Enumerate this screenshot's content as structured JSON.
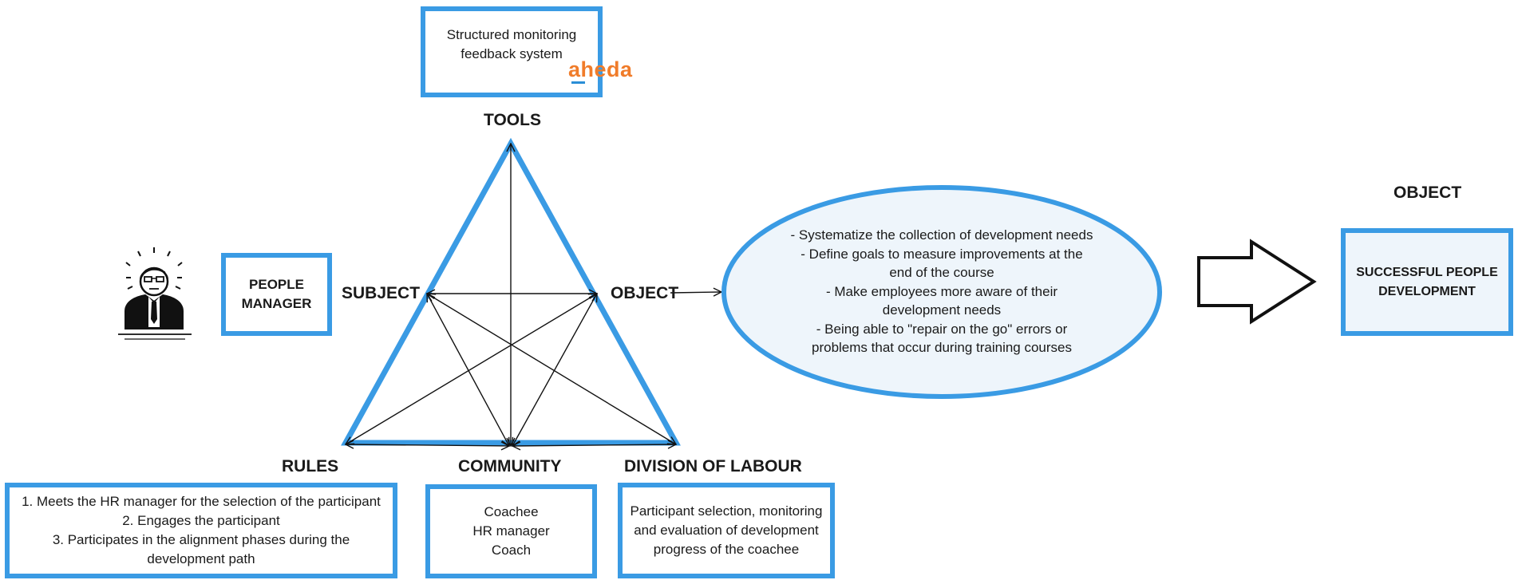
{
  "tools": {
    "box_lines": [
      "Structured monitoring",
      "feedback system"
    ],
    "logo_text": "aheda",
    "label": "TOOLS"
  },
  "subject": {
    "label": "SUBJECT",
    "box_lines": [
      "PEOPLE",
      "MANAGER"
    ],
    "icon": "businessman-icon"
  },
  "object": {
    "label": "OBJECT",
    "ellipse_lines": [
      "- Systematize the collection of development needs",
      "- Define goals to measure improvements at the",
      "end of the course",
      "- Make employees more aware of their",
      "development needs",
      "- Being able to \"repair on the go\" errors or",
      "problems that occur during training courses"
    ]
  },
  "outcome": {
    "label": "OBJECT",
    "box_lines": [
      "SUCCESSFUL PEOPLE",
      "DEVELOPMENT"
    ]
  },
  "rules": {
    "label": "RULES",
    "box_lines": [
      "1. Meets the HR manager for the selection of the participant",
      "2. Engages the participant",
      "3. Participates in the alignment phases during the",
      "development path"
    ]
  },
  "community": {
    "label": "COMMUNITY",
    "box_lines": [
      "Coachee",
      "HR manager",
      "Coach"
    ]
  },
  "division": {
    "label": "DIVISION OF LABOUR",
    "box_lines": [
      "Participant selection, monitoring",
      "and evaluation of development",
      "progress of the coachee"
    ]
  },
  "colors": {
    "accent": "#3a9be4",
    "ellipse_fill": "#eef5fb",
    "logo": "#f07c2a"
  }
}
